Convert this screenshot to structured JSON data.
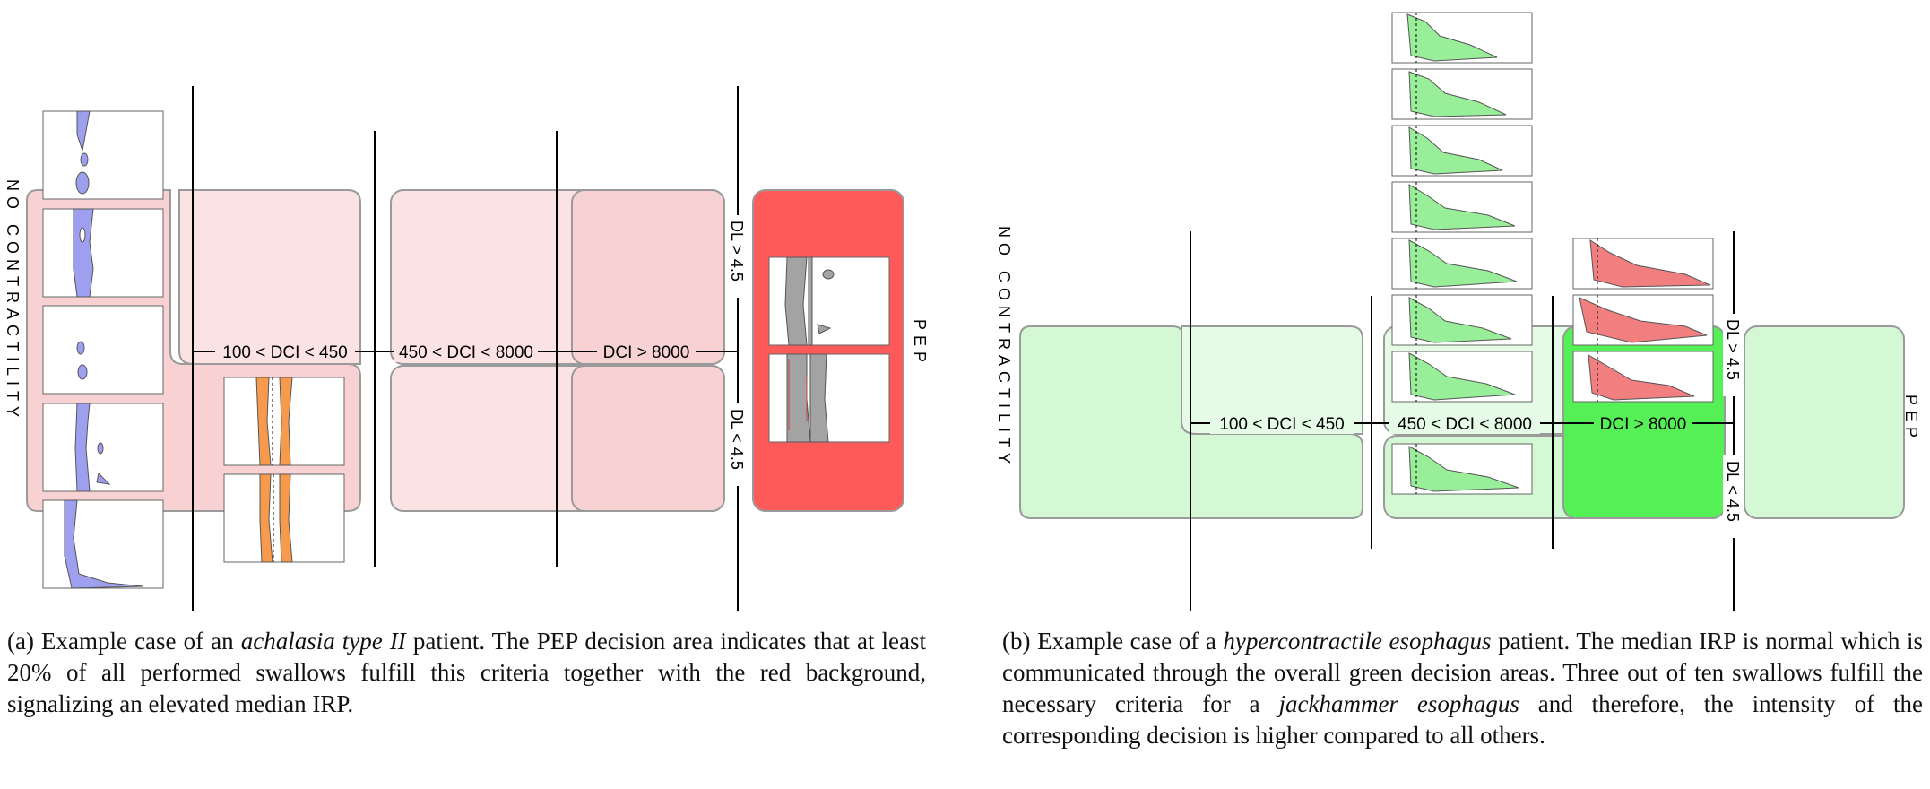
{
  "figure_a": {
    "no_contractility": "NO CONTRACTILITY",
    "pep": "PEP",
    "dci_low": "100 < DCI < 450",
    "dci_mid": "450 < DCI < 8000",
    "dci_high": "DCI > 8000",
    "dl_upper": "DL > 4.5",
    "dl_lower": "DL < 4.5",
    "colors": {
      "background_area": "#f8d2d2",
      "mid_area": "#fbe3e3",
      "pep_area": "#ff5a5a",
      "swallow_nocontract": "#9f9ff0",
      "swallow_weak": "#f79a4e",
      "swallow_pep": "#a3a3a3"
    },
    "caption": {
      "pre": "(a) Example case of an ",
      "em1": "achalasia type II",
      "post": " patient.  The PEP decision area indicates that at least 20% of all performed swallows fulfill this criteria together with the red background, signalizing an elevated median IRP."
    }
  },
  "figure_b": {
    "no_contractility": "NO CONTRACTILITY",
    "pep": "PEP",
    "dci_low": "100 < DCI < 450",
    "dci_mid": "450 < DCI < 8000",
    "dci_high": "DCI > 8000",
    "dl_upper": "DL > 4.5",
    "dl_lower": "DL < 4.5",
    "colors": {
      "background_area": "#d4f7d4",
      "mid_area": "#e6fbe6",
      "jackhammer_area": "#55f055",
      "swallow_normal": "#99ee99",
      "swallow_jackhammer": "#f27f7f"
    },
    "caption": {
      "pre": "(b) Example case of a ",
      "em1": "hypercontractile esophagus",
      "mid": " patient. The median IRP is normal which is communicated through the overall green decision areas. Three out of ten swallows fulfill the necessary criteria for a ",
      "em2": "jackhammer esophagus",
      "post": " and therefore, the intensity of the corresponding decision is higher compared to all others."
    }
  }
}
